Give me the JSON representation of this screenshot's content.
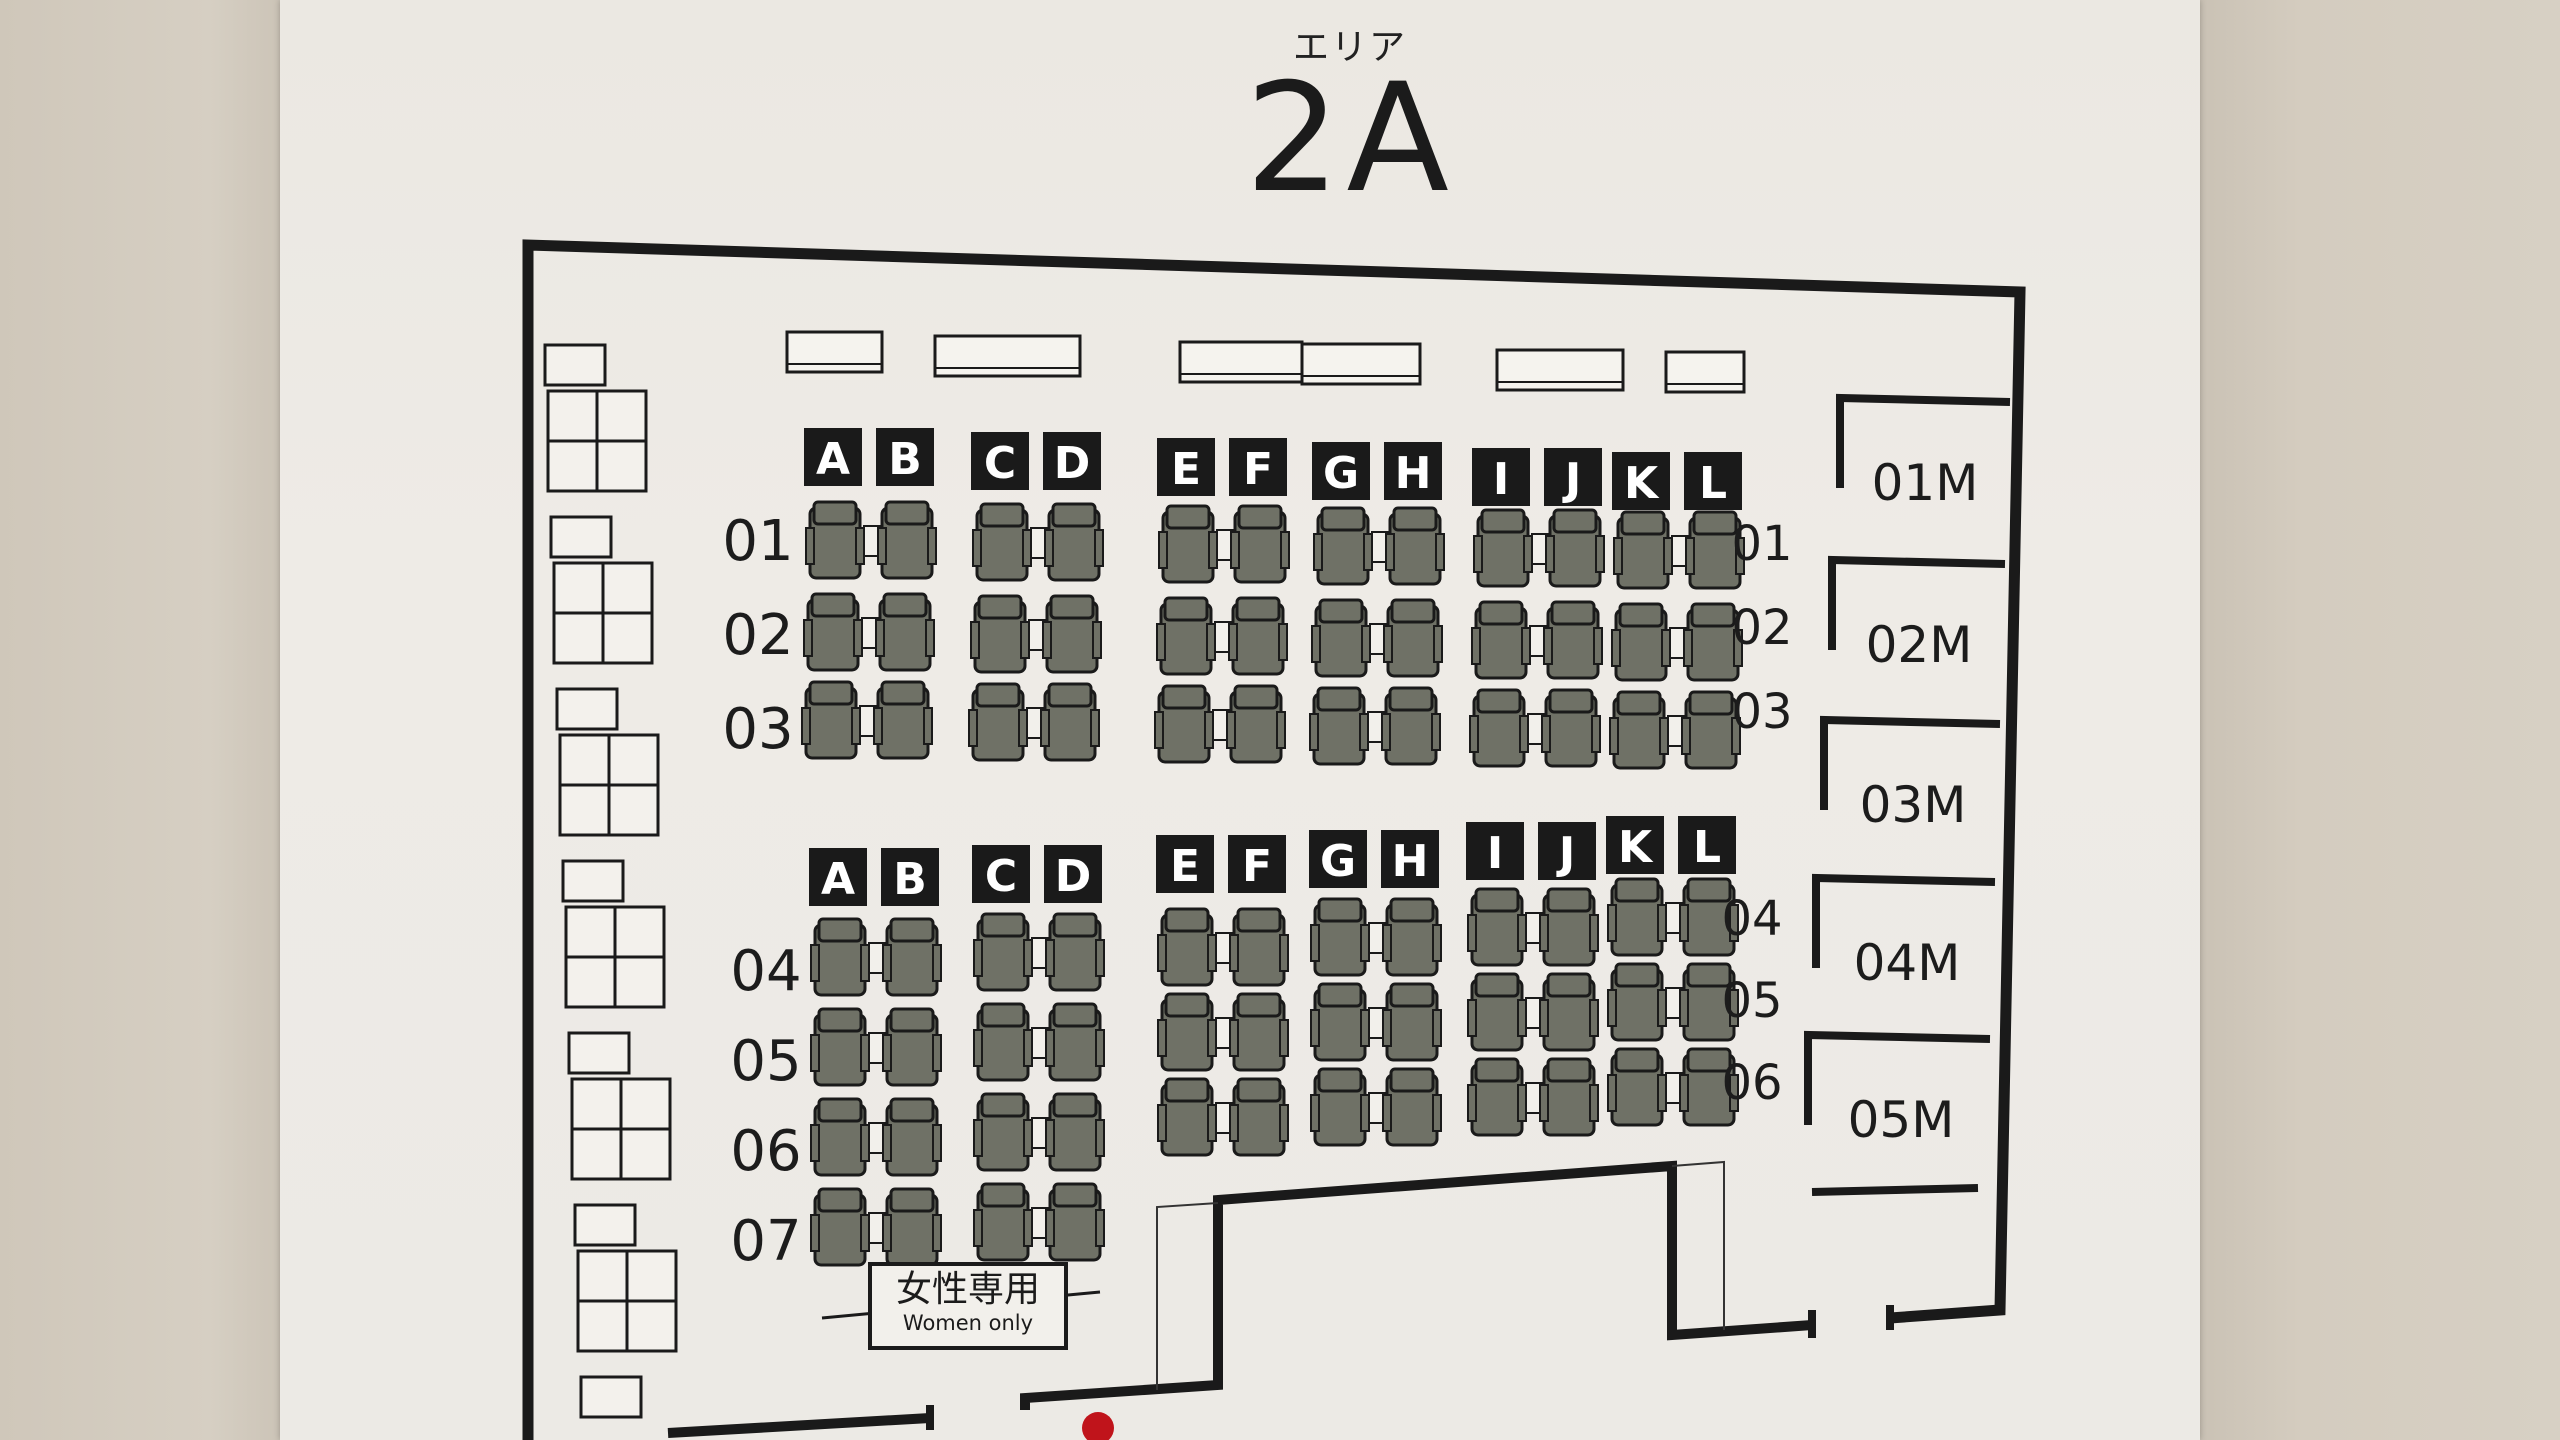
{
  "sign": {
    "area_label": "エリア",
    "area_code": "2A"
  },
  "columns": [
    "A",
    "B",
    "C",
    "D",
    "E",
    "F",
    "G",
    "H",
    "I",
    "J",
    "K",
    "L"
  ],
  "upper_block": {
    "rows": [
      "01",
      "02",
      "03"
    ]
  },
  "lower_block": {
    "rows_left": [
      "04",
      "05",
      "06",
      "07"
    ],
    "rows_right": [
      "04",
      "05",
      "06"
    ]
  },
  "rooms": [
    "01M",
    "02M",
    "03M",
    "04M",
    "05M"
  ],
  "women_only": {
    "jp": "女性専用",
    "en": "Women only"
  },
  "colors": {
    "seat": "#6f7166",
    "seat_outline": "#1a1a1a",
    "wall": "#1a1a1a",
    "label_bg": "#1a1a1a",
    "marker": "#c0141b"
  }
}
